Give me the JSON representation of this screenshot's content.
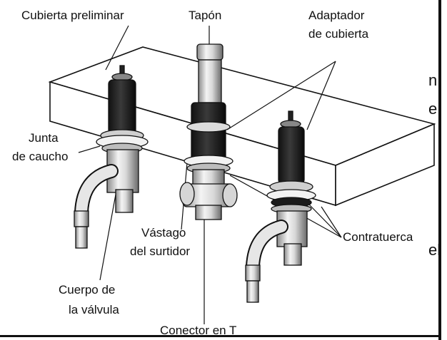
{
  "labels": {
    "cubierta_preliminar": "Cubierta preliminar",
    "tapon": "Tapón",
    "adaptador_line1": "Adaptador",
    "adaptador_line2": "de cubierta",
    "junta_line1": "Junta",
    "junta_line2": "de caucho",
    "vastago_line1": "Vástago",
    "vastago_line2": "del surtidor",
    "contratuerca": "Contratuerca",
    "cuerpo_line1": "Cuerpo de",
    "cuerpo_line2": "la válvula",
    "conector_en_t": "Conector en T"
  },
  "cropped_edge_text": [
    "n",
    "e",
    "el"
  ]
}
